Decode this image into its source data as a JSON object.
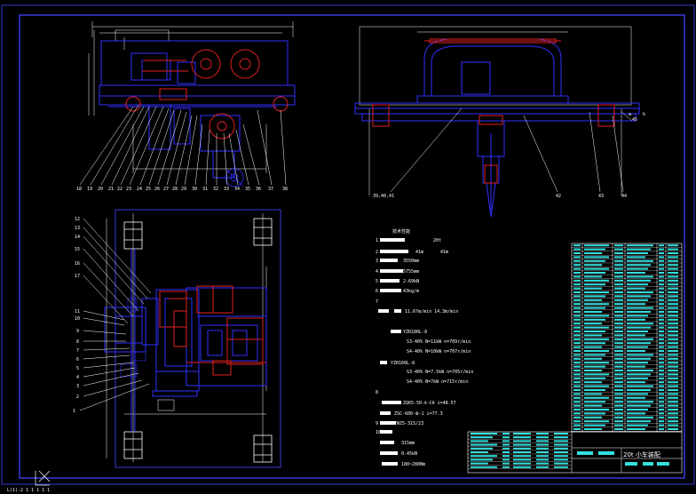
{
  "colors": {
    "background": "#000000",
    "frame": "#3a3ad8",
    "part_blue": "#3030ff",
    "part_red": "#e02020",
    "dimension": "#ffffff",
    "table_text": "#33e0e0"
  },
  "specs": {
    "heading": "技术性能",
    "items": [
      {
        "num": "1",
        "value": "20t"
      },
      {
        "num": "2",
        "value": "41m"
      },
      {
        "num": "3",
        "value": "3550mm"
      },
      {
        "num": "4",
        "value": "5755mm"
      },
      {
        "num": "5",
        "value": "2.69kN"
      },
      {
        "num": "6",
        "value": "43kg/m"
      },
      {
        "num": "7",
        "value": ""
      }
    ],
    "speed_line": "11.67m/min    14.3m/min",
    "motor1_model": "YZR180L-8",
    "motor1_s3": "S3-40%  N=11kW  n=709r/min",
    "motor1_s4": "S4-40%  N=10kW  n=707r/min",
    "motor2_model": "YZR160L-8",
    "motor2_s3": "S3-40%  N=7.5kW  n=705r/min",
    "motor2_s4": "S4-40%  N=7kW  n=715r/min",
    "item8": "8",
    "reducer1": "ZQ65-50-Ⅱ-CA   i=48.57",
    "reducer2": "ZSC-600-Ⅲ-1    i=77.3",
    "item9": "9",
    "brake": "YWZ5-315/23",
    "item10": "10",
    "brake_d": "315mm",
    "brake_w": "0.45kN",
    "brake_m": "180~280Nm",
    "small_a": "a",
    "small_b": "b"
  },
  "title_block": {
    "title": "20t 小车装配"
  },
  "bottom_cmd": "L(1)-2 1 1 1 1 1",
  "balloons_top": [
    "18",
    "19",
    "20",
    "21",
    "22",
    "23",
    "24",
    "25",
    "26",
    "27",
    "28",
    "29",
    "30",
    "31",
    "32",
    "33",
    "34",
    "35",
    "36",
    "37",
    "38"
  ],
  "balloons_right": [
    "39,40,41",
    "42",
    "43",
    "44",
    "45"
  ],
  "balloons_left": [
    "12",
    "13",
    "14",
    "15",
    "16",
    "17",
    "11",
    "10",
    "9",
    "8",
    "7",
    "6",
    "5",
    "4",
    "3",
    "2",
    "1"
  ]
}
